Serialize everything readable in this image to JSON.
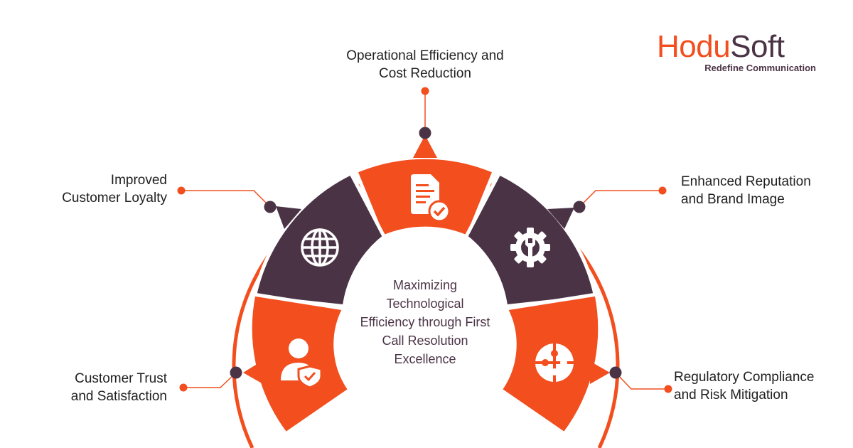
{
  "brand": {
    "name_part1": "Hodu",
    "name_part2": "Soft",
    "tagline": "Redefine Communication"
  },
  "center_title": [
    "Maximizing",
    "Technological",
    "Efficiency through First",
    "Call Resolution",
    "Excellence"
  ],
  "benefits": [
    {
      "lines": [
        "Operational Efficiency and",
        "Cost Reduction"
      ],
      "icon": "document-check-icon"
    },
    {
      "lines": [
        "Improved",
        "Customer Loyalty"
      ],
      "icon": "globe-icon"
    },
    {
      "lines": [
        "Enhanced Reputation",
        "and Brand Image"
      ],
      "icon": "gear-wrench-icon"
    },
    {
      "lines": [
        "Customer Trust",
        "and Satisfaction"
      ],
      "icon": "user-shield-icon"
    },
    {
      "lines": [
        "Regulatory Compliance",
        "and Risk Mitigation"
      ],
      "icon": "puzzle-icon"
    }
  ],
  "colors": {
    "orange": "#f24e1e",
    "purple": "#4b3346",
    "text": "#1f1f1f",
    "white": "#ffffff"
  }
}
